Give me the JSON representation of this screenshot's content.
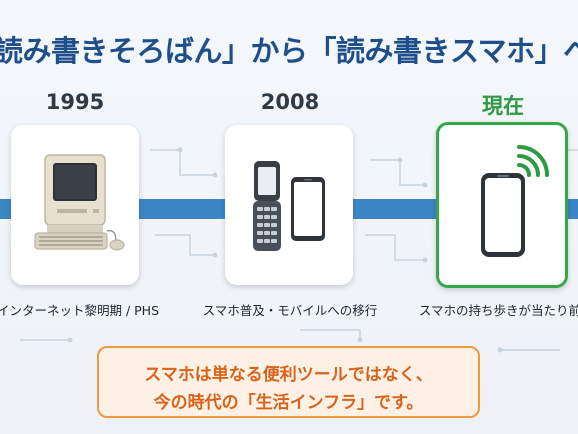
{
  "title": "読み書きそろばん」から「読み書きスマホ」へ",
  "timeline": [
    {
      "year": "1995",
      "caption": "インターネット黎明期 / PHS",
      "icon": "retro-computer-icon"
    },
    {
      "year": "2008",
      "caption": "スマホ普及・モバイルへの移行",
      "icon": "flip-phone-and-smartphone-icon"
    },
    {
      "year": "現在",
      "caption": "スマホの持ち歩きが当たり前",
      "icon": "smartphone-signal-icon"
    }
  ],
  "message": {
    "line1": "スマホは単なる便利ツールではなく、",
    "line2": "今の時代の「生活インフラ」です。"
  },
  "colors": {
    "title": "#1f4f8a",
    "timeline_bar": "#3d86c6",
    "highlight": "#37a84a",
    "message_border": "#ef9a3c",
    "message_text": "#d9631a"
  }
}
